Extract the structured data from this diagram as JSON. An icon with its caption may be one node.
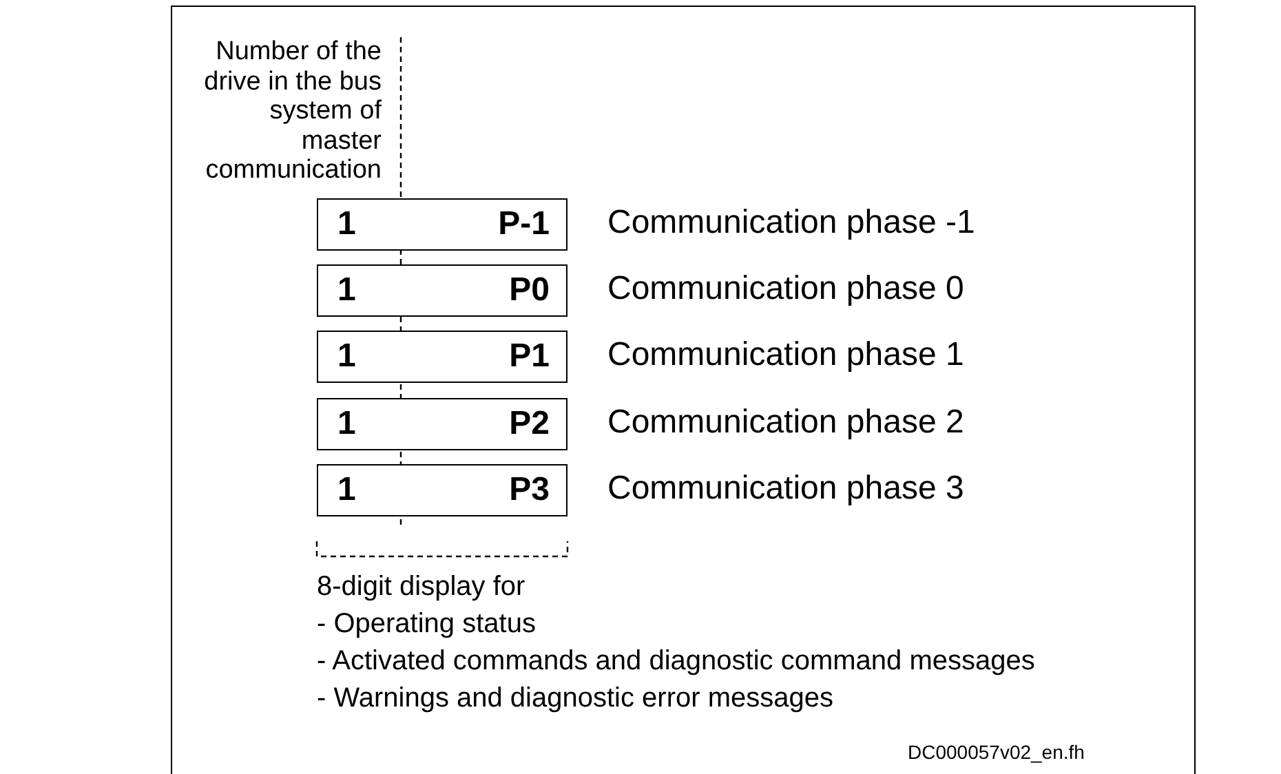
{
  "diagram": {
    "nodes": [
      {
        "text": [
          "1",
          "P-1"
        ],
        "beside": [
          "Communication phase -1"
        ]
      },
      {
        "text": [
          "1",
          "P0"
        ],
        "beside": [
          "Communication phase 0"
        ]
      },
      {
        "text": [
          "1",
          "P1"
        ],
        "beside": [
          "Communication phase 1"
        ]
      },
      {
        "text": [
          "1",
          "P2"
        ],
        "beside": [
          "Communication phase 2"
        ]
      },
      {
        "text": [
          "1",
          "P3"
        ],
        "beside": [
          "Communication phase 3"
        ]
      }
    ],
    "edges": [],
    "labels": [
      "Number of the drive in the bus system of master communication",
      "8-digit display for",
      "- Operating status",
      "- Activated commands and diagnostic command messages",
      "- Warnings and diagnostic error messages",
      "DC000057v02_en.fh"
    ]
  }
}
